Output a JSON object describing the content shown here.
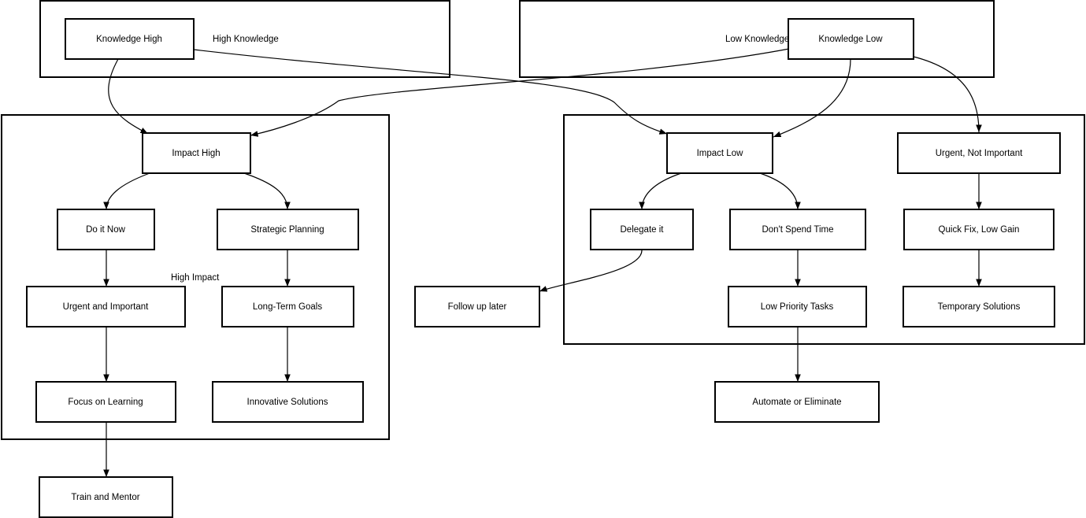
{
  "groups": {
    "knowledge_high": "High Knowledge",
    "knowledge_low": "Low Knowledge",
    "high_impact": "High Impact"
  },
  "nodes": {
    "knowledge_high": "Knowledge High",
    "knowledge_low": "Knowledge Low",
    "impact_high": "Impact High",
    "impact_low": "Impact Low",
    "urgent_not_important": "Urgent, Not Important",
    "do_it_now": "Do it Now",
    "strategic_planning": "Strategic Planning",
    "delegate_it": "Delegate it",
    "dont_spend_time": "Don't Spend Time",
    "quick_fix": "Quick Fix, Low Gain",
    "urgent_important": "Urgent and Important",
    "long_term_goals": "Long-Term Goals",
    "follow_up_later": "Follow up later",
    "low_priority_tasks": "Low Priority Tasks",
    "temporary_solutions": "Temporary Solutions",
    "focus_on_learning": "Focus on Learning",
    "innovative_solutions": "Innovative Solutions",
    "automate_or_eliminate": "Automate or Eliminate",
    "train_and_mentor": "Train and Mentor"
  },
  "colors": {
    "stroke": "#000000",
    "fill": "#ffffff",
    "text": "#000000"
  }
}
